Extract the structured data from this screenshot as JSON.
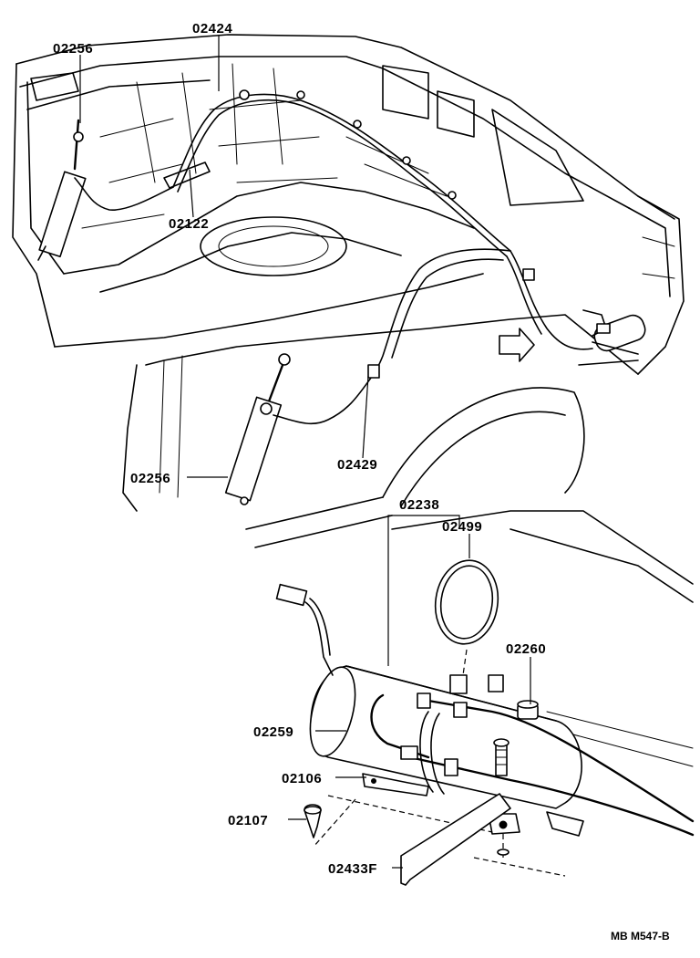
{
  "diagram": {
    "reference_code": "MB M547-B",
    "parts": [
      {
        "id": "p-02424",
        "label": "02424"
      },
      {
        "id": "p-02256-top",
        "label": "02256"
      },
      {
        "id": "p-02122",
        "label": "02122"
      },
      {
        "id": "p-02256-bottom",
        "label": "02256"
      },
      {
        "id": "p-02429",
        "label": "02429"
      },
      {
        "id": "p-02238",
        "label": "02238"
      },
      {
        "id": "p-02499",
        "label": "02499"
      },
      {
        "id": "p-02260",
        "label": "02260"
      },
      {
        "id": "p-02259",
        "label": "02259"
      },
      {
        "id": "p-02106",
        "label": "02106"
      },
      {
        "id": "p-02107",
        "label": "02107"
      },
      {
        "id": "p-02433F",
        "label": "02433F"
      }
    ]
  }
}
